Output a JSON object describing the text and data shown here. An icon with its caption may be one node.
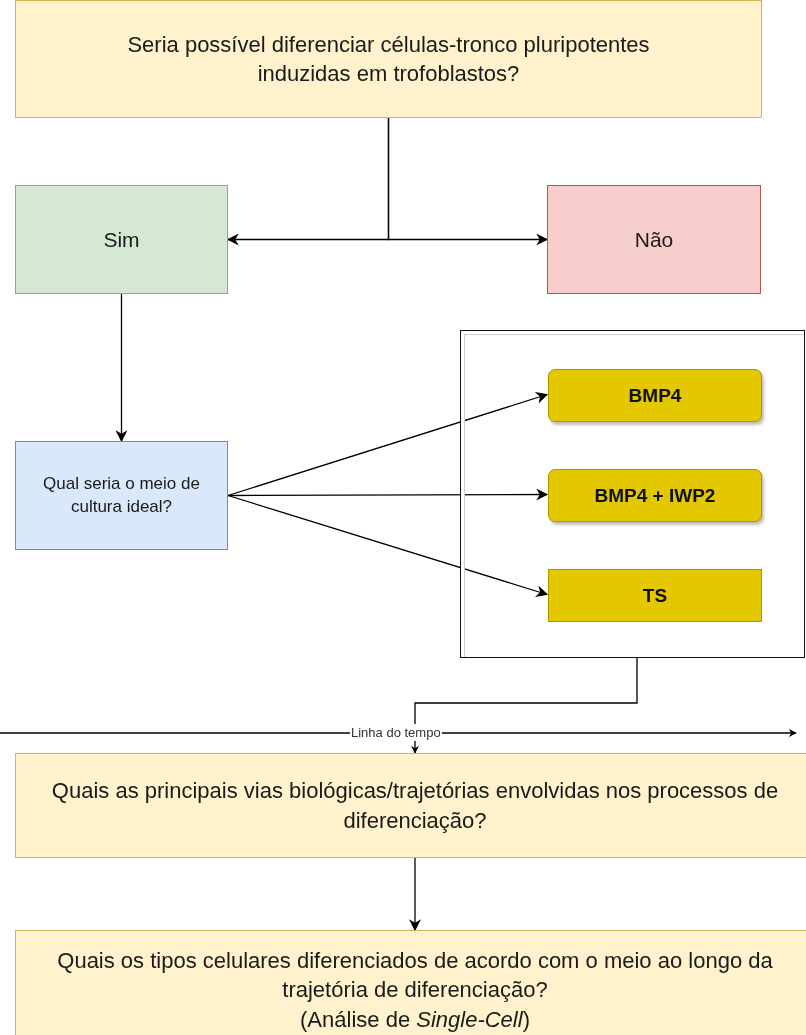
{
  "diagram": {
    "nodes": [
      {
        "text": [
          "Seria possível diferenciar células-tronco pluripotentes induzidas em trofoblastos?"
        ]
      },
      {
        "text": [
          "Sim"
        ]
      },
      {
        "text": [
          "Não"
        ]
      },
      {
        "text": [],
        "shape": "box"
      },
      {
        "text": [
          "Qual seria o meio de cultura ideal?"
        ]
      },
      {
        "text": [
          "BMP4"
        ],
        "in": 3
      },
      {
        "text": [
          "BMP4 + IWP2"
        ],
        "in": 3
      },
      {
        "text": [
          "TS"
        ],
        "in": 3
      },
      {
        "text": [
          "Quais as principais vias biológicas/trajetórias envolvidas nos processos de diferenciação?"
        ]
      },
      {
        "text": [
          "Quais os tipos celulares diferenciados de acordo com o meio ao longo da trajetória de diferenciação?",
          "(Análise de *Single-Cell*)"
        ]
      }
    ],
    "edges": [
      {
        "from": 0,
        "to": 1,
        "arrow": "to"
      },
      {
        "from": 0,
        "to": 2,
        "arrow": "to"
      },
      {
        "from": 1,
        "to": 4,
        "arrow": "to"
      },
      {
        "from": 4,
        "to": 5,
        "arrow": "to"
      },
      {
        "from": 4,
        "to": 6,
        "arrow": "to"
      },
      {
        "from": 4,
        "to": 7,
        "arrow": "to"
      },
      {
        "from": 3,
        "to": 8,
        "arrow": "to"
      },
      {
        "from": 8,
        "to": 9,
        "arrow": "to"
      }
    ],
    "labels": [
      "Linha do tempo"
    ]
  }
}
